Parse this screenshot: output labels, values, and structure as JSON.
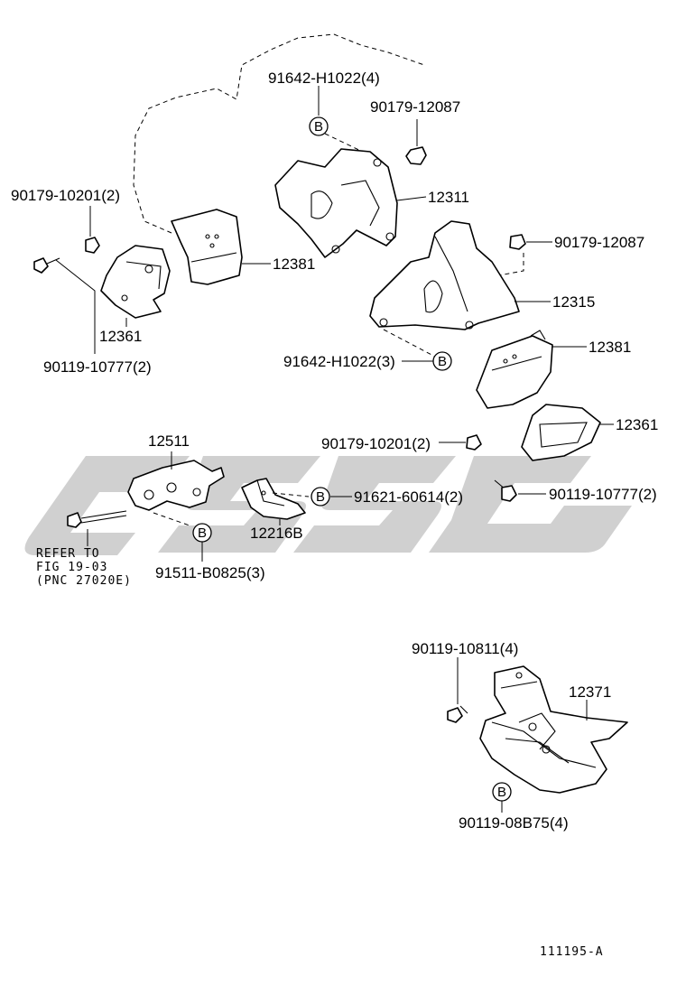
{
  "labels": {
    "p91642_top": "91642-H1022(4)",
    "p90179_12087_top": "90179-12087",
    "p12311": "12311",
    "p90179_10201_left": "90179-10201(2)",
    "p12381_left": "12381",
    "p90179_12087_right": "90179-12087",
    "p12315": "12315",
    "p12361_left": "12361",
    "p90119_10777_left": "90119-10777(2)",
    "p91642_mid": "91642-H1022(3)",
    "p12381_right": "12381",
    "p12511": "12511",
    "p12361_right": "12361",
    "p90179_10201_mid": "90179-10201(2)",
    "p91621": "91621-60614(2)",
    "p90119_10777_right": "90119-10777(2)",
    "p12216b": "12216B",
    "p91511": "91511-B0825(3)",
    "p90119_10811": "90119-10811(4)",
    "p12371": "12371",
    "p90119_08b75": "90119-08B75(4)"
  },
  "refer_note": {
    "line1": "REFER TO",
    "line2": "FIG 19-03",
    "line3": "(PNC 27020E)"
  },
  "callout_letter": "B",
  "figure_id": "111195-A"
}
